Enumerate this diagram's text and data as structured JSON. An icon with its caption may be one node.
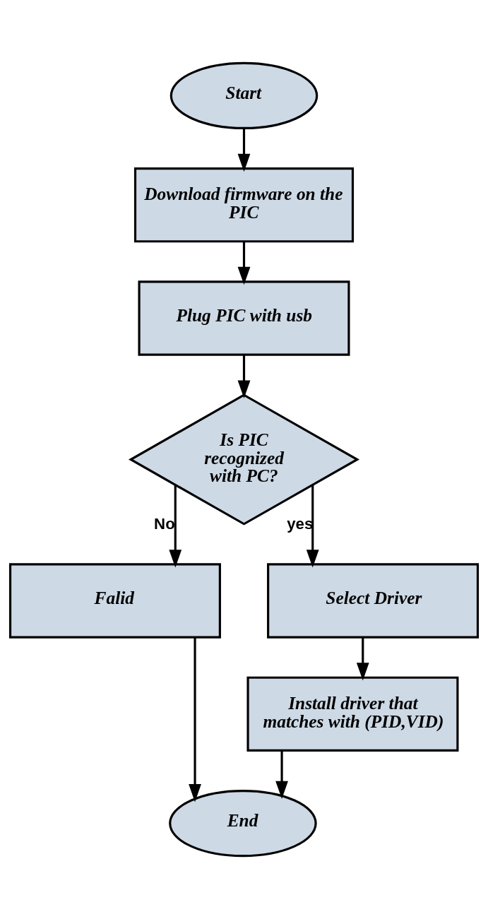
{
  "diagram": {
    "nodes": [
      {
        "text": [
          "Start"
        ]
      },
      {
        "text": [
          "Download firmware on the PIC"
        ]
      },
      {
        "text": [
          "Plug PIC with usb"
        ]
      },
      {
        "text": [
          "Is PIC recognized with PC?"
        ]
      },
      {
        "text": [
          "Falid"
        ]
      },
      {
        "text": [
          "Select Driver"
        ]
      },
      {
        "text": [
          "Install driver that matches with (PID,VID)"
        ]
      },
      {
        "text": [
          "End"
        ]
      }
    ],
    "edges": [
      {
        "from": 0,
        "to": 1,
        "arrow": "to"
      },
      {
        "from": 1,
        "to": 2,
        "arrow": "to"
      },
      {
        "from": 2,
        "to": 3,
        "arrow": "to"
      },
      {
        "from": 3,
        "to": 4,
        "arrow": "to",
        "label": "No"
      },
      {
        "from": 3,
        "to": 5,
        "arrow": "to",
        "label": "yes"
      },
      {
        "from": 5,
        "to": 6,
        "arrow": "to"
      },
      {
        "from": 6,
        "to": 7,
        "arrow": "to"
      },
      {
        "from": 4,
        "to": 7,
        "arrow": "to"
      }
    ]
  }
}
